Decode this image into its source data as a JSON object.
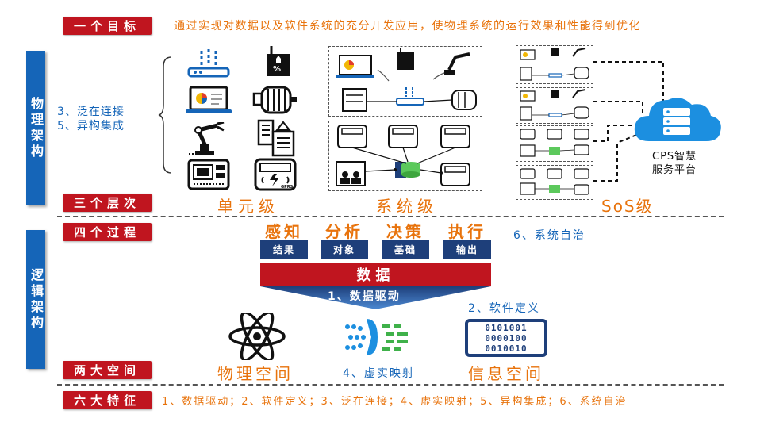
{
  "goal": {
    "tag": "一个目标",
    "text": "通过实现对数据以及软件系统的充分开发应用，使物理系统的运行效果和性能得到优化"
  },
  "physical": {
    "section": "物理架构",
    "features": [
      "3、泛在连接",
      "5、异构集成"
    ],
    "tiers_tag": "三个层次",
    "tiers": [
      "单元级",
      "系统级",
      "SoS级"
    ],
    "cloud_label": [
      "CPS智慧",
      "服务平台"
    ],
    "device_label": "GPRS"
  },
  "logical": {
    "section": "逻辑架构",
    "process_tag": "四个过程",
    "processes": [
      "感知",
      "分析",
      "决策",
      "执行"
    ],
    "outputs": [
      "结果",
      "对象",
      "基础",
      "输出"
    ],
    "autonomy": "6、系统自治",
    "data": "数据",
    "driver": "1、数据驱动",
    "software": "2、软件定义",
    "spaces_tag": "两大空间",
    "physical_space": "物理空间",
    "mapping": "4、虚实映射",
    "info_space": "信息空间",
    "binary": [
      "0101001",
      "0000100",
      "0010010"
    ]
  },
  "six": {
    "tag": "六大特征",
    "text": "1、数据驱动；2、软件定义；3、泛在连接；4、虚实映射；5、异构集成；6、系统自治"
  },
  "colors": {
    "red": "#c0151f",
    "blue": "#1565b8",
    "navy": "#1e3f7a",
    "orange": "#e8730c"
  }
}
